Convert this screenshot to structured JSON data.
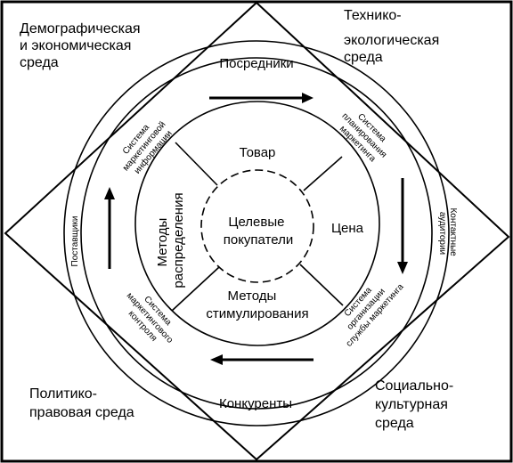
{
  "colors": {
    "line": "#000000",
    "background": "#ffffff"
  },
  "environments": {
    "top_left": [
      "Демографическая",
      "и экономическая",
      "среда"
    ],
    "top_right": [
      "Технико-",
      "экологическая",
      "среда"
    ],
    "bottom_left": [
      "Политико-",
      "правовая среда"
    ],
    "bottom_right": [
      "Социально-",
      "культурная",
      "среда"
    ]
  },
  "outer_ring": {
    "top": "Посредники",
    "bottom": "Конкуренты",
    "left": "Поставщики",
    "right": [
      "Контактные",
      "аудитории"
    ]
  },
  "marketing_systems": {
    "information": [
      "Система",
      "маркетинговой",
      "информации"
    ],
    "planning": [
      "Система",
      "планирования",
      "маркетинга"
    ],
    "organization": [
      "Система",
      "организации",
      "службы маркетинга"
    ],
    "control": [
      "Система",
      "маркетингового",
      "контроля"
    ]
  },
  "marketing_mix": {
    "product": "Товар",
    "price": "Цена",
    "distribution": [
      "Методы",
      "распределения"
    ],
    "promotion": [
      "Методы",
      "стимулирования"
    ]
  },
  "center": [
    "Целевые",
    "покупатели"
  ]
}
